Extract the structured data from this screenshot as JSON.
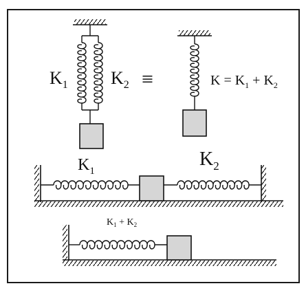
{
  "labels": {
    "k1_top": "K",
    "k1_top_sub": "1",
    "k2_top": "K",
    "k2_top_sub": "2",
    "equiv_symbol": "≡",
    "formula_k": "K = K",
    "formula_sub1": "1",
    "formula_plus": " +  K",
    "formula_sub2": "2",
    "k1_mid": "K",
    "k1_mid_sub": "1",
    "k2_mid": "K",
    "k2_mid_sub": "2",
    "bottom_k1": "K",
    "bottom_sub1": "1",
    "bottom_plus": " + K",
    "bottom_sub2": "2"
  },
  "colors": {
    "ink": "#111111",
    "mass_fill": "#d6d6d6",
    "frame": "#1a1a1a"
  }
}
